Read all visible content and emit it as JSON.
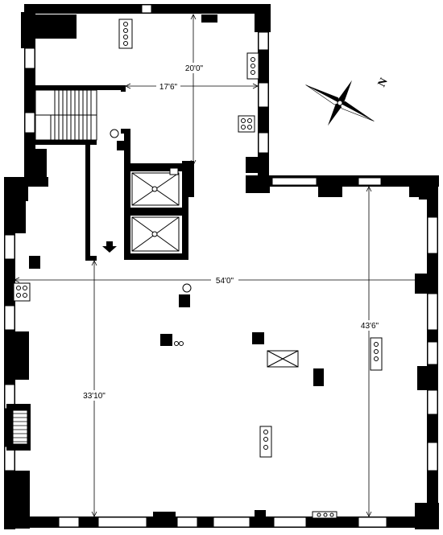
{
  "dimensions": {
    "top_room_height": "20'0\"",
    "top_room_width": "17'6\"",
    "main_width": "54'0\"",
    "right_height": "43'6\"",
    "left_height": "33'10\""
  },
  "compass": {
    "north_label": "N"
  },
  "colors": {
    "wall": "#000000",
    "background": "#ffffff",
    "window": "#ffffff"
  }
}
